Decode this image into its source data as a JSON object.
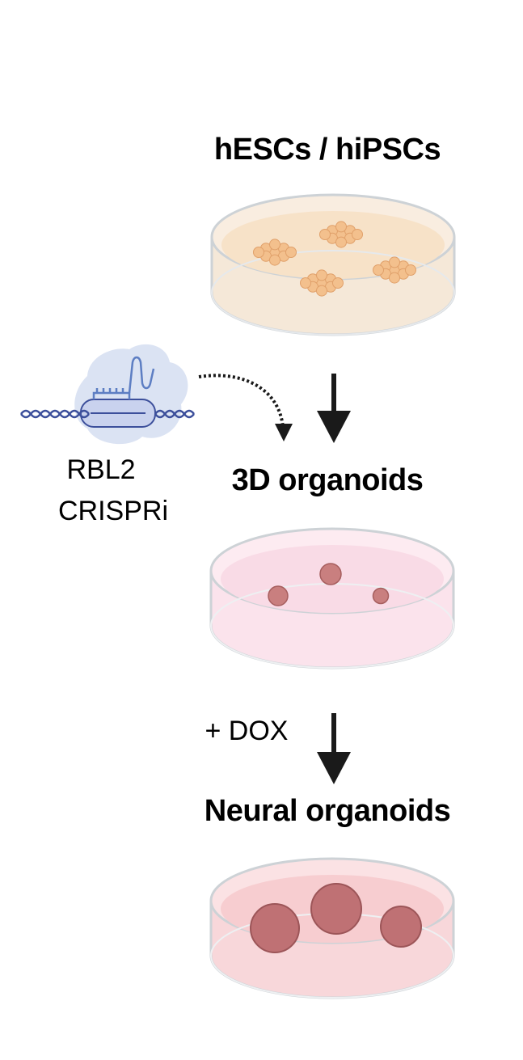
{
  "stages": [
    {
      "title": "hESCs / hiPSCs"
    },
    {
      "title": "3D organoids"
    },
    {
      "title": "Neural organoids"
    }
  ],
  "crispr": {
    "line1": "RBL2",
    "line2": "CRISPRi"
  },
  "treatment": {
    "label": "+ DOX"
  },
  "colors": {
    "dish1_media": "#f7e7d4",
    "colony_cell": "#f3c08d",
    "dish2_media": "#f9dbe6",
    "organoid_small": "#c97f7f",
    "dish3_media": "#f7cdd0",
    "organoid_large": "#bf7174",
    "dish_rim": "#cfd4d8",
    "arrow": "#1a1a1a",
    "crispr_blob": "#dbe3f3",
    "dna": "#3c4f9b"
  }
}
